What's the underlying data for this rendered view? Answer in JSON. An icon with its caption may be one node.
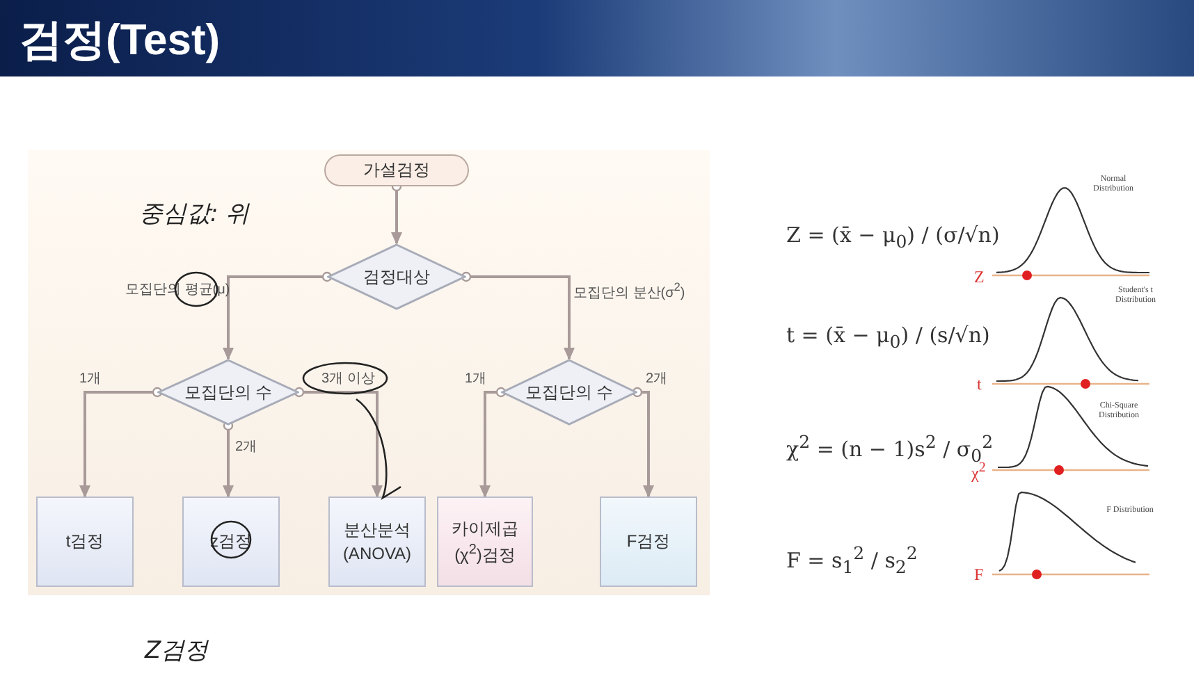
{
  "diagram": {
    "title": "검정(Test)",
    "nodes": [
      {
        "text": [
          "가설검정"
        ]
      },
      {
        "text": [
          "검정대상"
        ]
      },
      {
        "text": [
          "모집단의 수"
        ]
      },
      {
        "text": [
          "모집단의 수"
        ]
      },
      {
        "text": [
          "t검정"
        ]
      },
      {
        "text": [
          "z검정"
        ]
      },
      {
        "text": [
          "분산분석 (ANOVA)"
        ]
      },
      {
        "text": [
          "카이제곱 (χ$^{2}$)검정"
        ]
      },
      {
        "text": [
          "F검정"
        ]
      }
    ],
    "edges": [
      {
        "from": 0,
        "to": 1,
        "arrow": "to"
      },
      {
        "from": 1,
        "to": 2,
        "arrow": "to",
        "label": "모집단의 평균(μ)"
      },
      {
        "from": 1,
        "to": 3,
        "arrow": "to",
        "label": "모집단의 분산(σ$^{2}$)"
      },
      {
        "from": 2,
        "to": 4,
        "arrow": "to",
        "label": "1개"
      },
      {
        "from": 2,
        "to": 5,
        "arrow": "to",
        "label": "2개"
      },
      {
        "from": 2,
        "to": 6,
        "arrow": "to",
        "label": "3개 이상"
      },
      {
        "from": 3,
        "to": 7,
        "arrow": "to",
        "label": "1개"
      },
      {
        "from": 3,
        "to": 8,
        "arrow": "to",
        "label": "2개"
      }
    ],
    "labels": [
      "중심값: 위",
      "Z = (x̄ − μ$_{0}$) / (σ/√n)",
      "Normal Distribution",
      "Z",
      "t = (x̄ − μ$_{0}$) / (s/√n)",
      "Student's t Distribution",
      "t",
      "χ$^{2}$ = (n − 1)s$^{2}$ / σ$_{0}$$^{2}$",
      "Chi-Square Distribution",
      "χ$^{2}$",
      "F = s$_{1}$$^{2}$ / s$_{2}$$^{2}$",
      "F Distribution",
      "F",
      "Z검정"
    ]
  }
}
